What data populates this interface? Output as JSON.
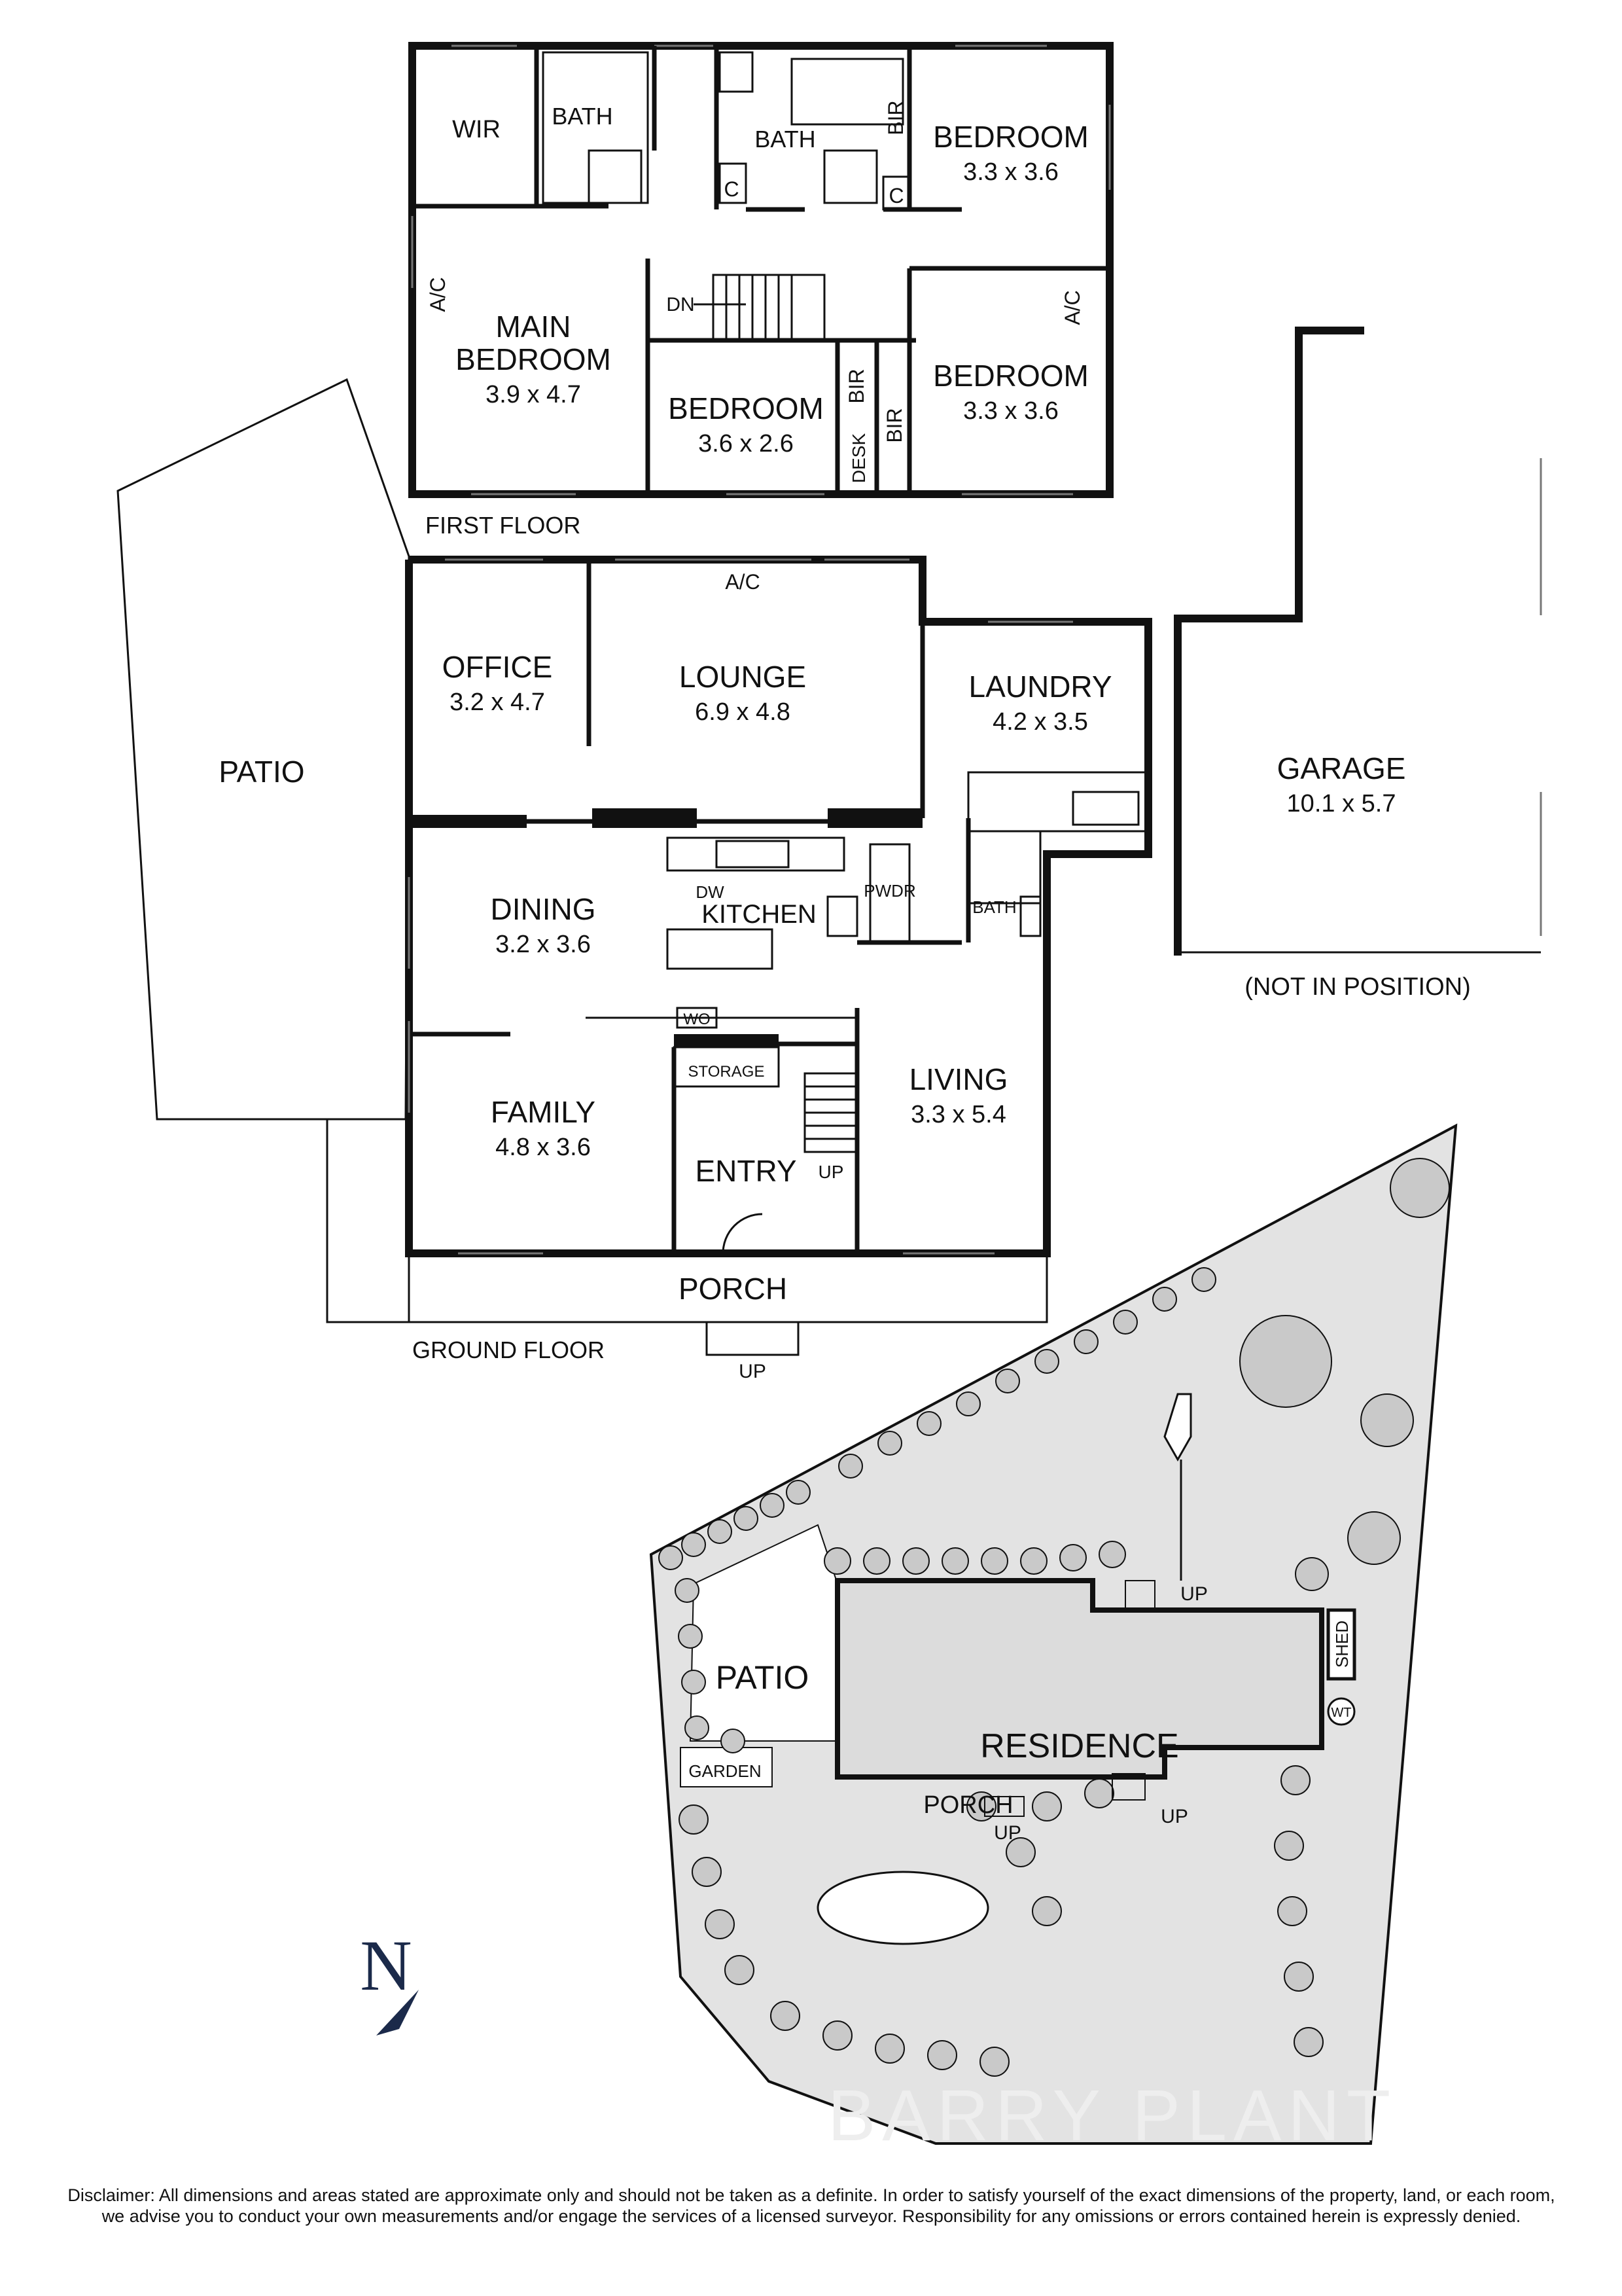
{
  "first_floor": {
    "title": "FIRST FLOOR",
    "rooms": [
      {
        "id": "wir",
        "name": "WIR",
        "dims": ""
      },
      {
        "id": "bath1",
        "name": "BATH",
        "dims": ""
      },
      {
        "id": "bath2",
        "name": "BATH",
        "dims": ""
      },
      {
        "id": "bedroom_ne",
        "name": "BEDROOM",
        "dims": "3.3 x 3.6"
      },
      {
        "id": "main_bedroom",
        "name": "MAIN BEDROOM",
        "dims": "3.9 x 4.7"
      },
      {
        "id": "bedroom_mid",
        "name": "BEDROOM",
        "dims": "3.6 x 2.6"
      },
      {
        "id": "bedroom_se",
        "name": "BEDROOM",
        "dims": "3.3 x 3.6"
      }
    ],
    "small_labels": {
      "bir": "BIR",
      "c": "C",
      "ac": "A/C",
      "dn": "DN",
      "desk": "DESK"
    }
  },
  "ground_floor": {
    "title": "GROUND FLOOR",
    "rooms": [
      {
        "id": "office",
        "name": "OFFICE",
        "dims": "3.2 x 4.7"
      },
      {
        "id": "lounge",
        "name": "LOUNGE",
        "dims": "6.9 x 4.8"
      },
      {
        "id": "laundry",
        "name": "LAUNDRY",
        "dims": "4.2 x 3.5"
      },
      {
        "id": "dining",
        "name": "DINING",
        "dims": "3.2 x 3.6"
      },
      {
        "id": "kitchen",
        "name": "KITCHEN",
        "dims": ""
      },
      {
        "id": "living",
        "name": "LIVING",
        "dims": "3.3 x 5.4"
      },
      {
        "id": "family",
        "name": "FAMILY",
        "dims": "4.8 x 3.6"
      },
      {
        "id": "entry",
        "name": "ENTRY",
        "dims": ""
      },
      {
        "id": "porch",
        "name": "PORCH",
        "dims": ""
      },
      {
        "id": "patio",
        "name": "PATIO",
        "dims": ""
      }
    ],
    "small_labels": {
      "ac": "A/C",
      "dw": "DW",
      "pwdr": "PWDR",
      "bath": "BATH",
      "wo": "WO",
      "storage": "STORAGE",
      "up": "UP"
    }
  },
  "garage": {
    "name": "GARAGE",
    "dims": "10.1 x 5.7",
    "note": "(NOT IN POSITION)"
  },
  "site_plan": {
    "residence": "RESIDENCE",
    "patio": "PATIO",
    "porch": "PORCH",
    "garden": "GARDEN",
    "shed": "SHED",
    "wt": "WT",
    "up": "UP"
  },
  "compass": {
    "label": "N"
  },
  "watermark": "BARRY PLANT",
  "disclaimer": "Disclaimer: All dimensions and areas stated are approximate only and should not be taken as a definite. In order to satisfy yourself of the exact dimensions of the property, land, or each room, we advise you to conduct your own measurements and/or engage the services of a licensed surveyor. Responsibility for any omissions or errors contained herein is expressly denied.",
  "colors": {
    "wall": "#111111",
    "site_fill": "#e3e3e3",
    "residence_fill": "#dcdcdc",
    "tree_fill": "#bdbdbd",
    "compass": "#1b2a4a"
  }
}
